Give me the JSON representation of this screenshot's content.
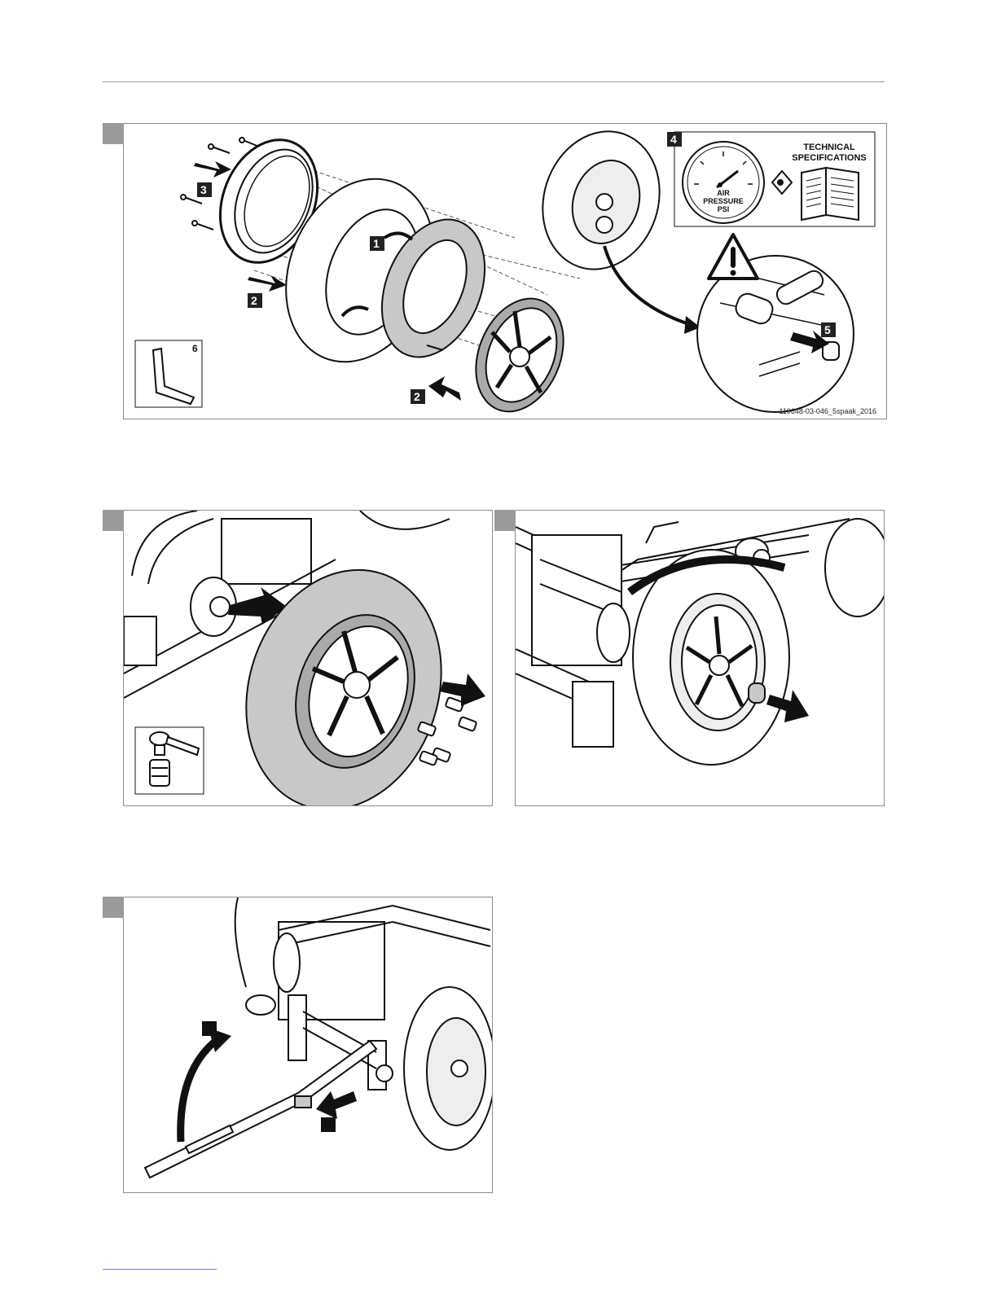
{
  "figure1": {
    "callouts": {
      "one": "1",
      "two_a": "2",
      "two_b": "2",
      "three": "3",
      "four": "4",
      "five": "5",
      "six": "6"
    },
    "gauge_text": {
      "line1": "AIR",
      "line2": "PRESSURE",
      "line3": "PSI"
    },
    "specs_text": {
      "line1": "TECHNICAL",
      "line2": "SPECIFICATIONS"
    },
    "figure_id": "110648-03-046_5spaak_2016"
  },
  "icons": {
    "warning": "warning-triangle-icon",
    "eye": "eye-icon",
    "book": "open-book-icon",
    "hex_key": "hex-key-icon",
    "socket": "socket-wrench-icon"
  },
  "colors": {
    "tag_gray": "#9b9b9b",
    "tyre_gray": "#c8c8c8",
    "line": "#111111"
  }
}
